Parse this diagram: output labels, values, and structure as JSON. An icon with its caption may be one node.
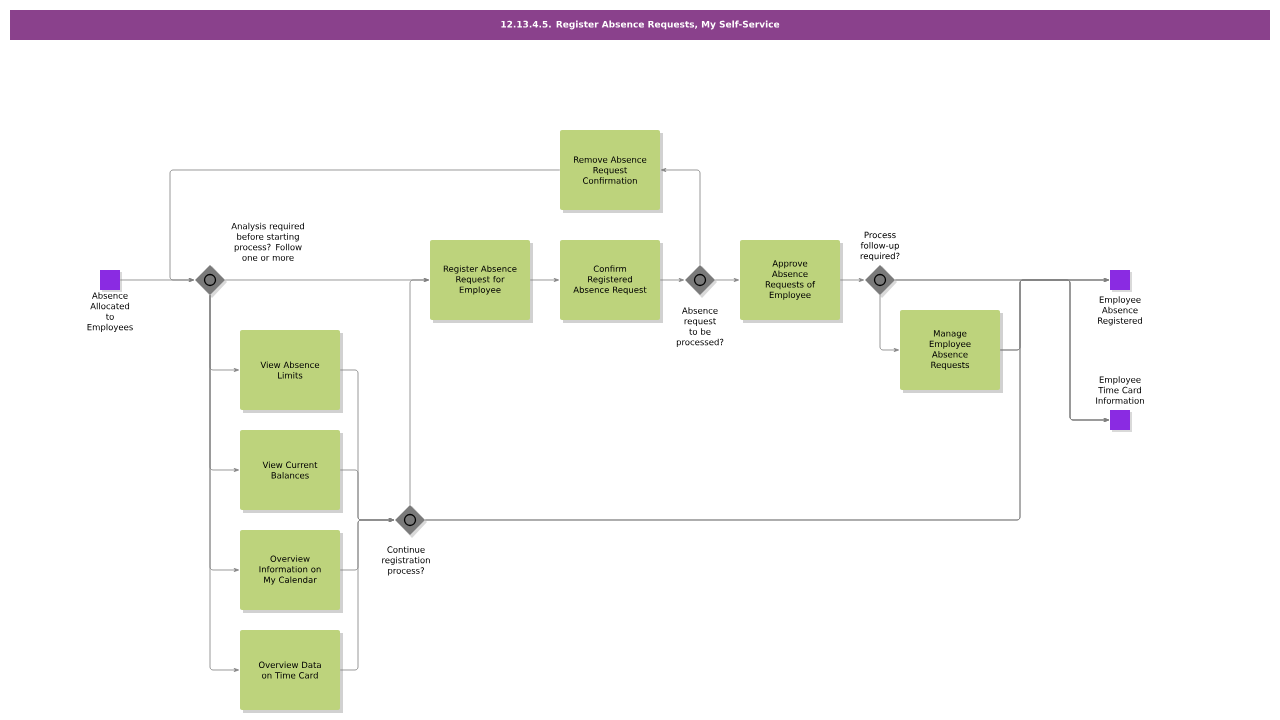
{
  "diagram": {
    "title": "12.13.4.5. Register Absence Requests, My Self-Service",
    "nodes": [
      {
        "text": [],
        "shape": "box",
        "beside": [
          "Absence Allocated to Employees"
        ]
      },
      {
        "text": [],
        "shape": "diamond",
        "beside": [
          "Analysis required before starting process? Follow one or more"
        ]
      },
      {
        "text": [
          "Register Absence Request for Employee"
        ]
      },
      {
        "text": [
          "Confirm Registered Absence Request"
        ]
      },
      {
        "text": [],
        "shape": "diamond",
        "beside": [
          "Absence request to be processed?"
        ]
      },
      {
        "text": [
          "Remove Absence Request Confirmation"
        ]
      },
      {
        "text": [
          "Approve Absence Requests of Employee"
        ]
      },
      {
        "text": [],
        "shape": "diamond",
        "beside": [
          "Process follow-up required?"
        ]
      },
      {
        "text": [
          "Manage Employee Absence Requests"
        ]
      },
      {
        "text": [],
        "shape": "box",
        "beside": [
          "Employee Absence Registered"
        ]
      },
      {
        "text": [],
        "shape": "box",
        "beside": [
          "Employee Time Card Information"
        ]
      },
      {
        "text": [
          "View Absence Limits"
        ]
      },
      {
        "text": [
          "View Current Balances"
        ]
      },
      {
        "text": [
          "Overview Information on My Calendar"
        ]
      },
      {
        "text": [
          "Overview Data on Time Card"
        ]
      },
      {
        "text": [],
        "shape": "diamond",
        "beside": [
          "Continue registration process?"
        ]
      }
    ],
    "edges": [
      {
        "from": 0,
        "to": 1,
        "arrow": "to"
      },
      {
        "from": 5,
        "to": 1,
        "arrow": "to"
      },
      {
        "from": 1,
        "to": 2,
        "arrow": "to"
      },
      {
        "from": 1,
        "to": 11,
        "arrow": "to"
      },
      {
        "from": 1,
        "to": 12,
        "arrow": "to"
      },
      {
        "from": 1,
        "to": 13,
        "arrow": "to"
      },
      {
        "from": 1,
        "to": 14,
        "arrow": "to"
      },
      {
        "from": 11,
        "to": 15,
        "arrow": "to"
      },
      {
        "from": 12,
        "to": 15,
        "arrow": "to"
      },
      {
        "from": 13,
        "to": 15,
        "arrow": "to"
      },
      {
        "from": 14,
        "to": 15,
        "arrow": "to"
      },
      {
        "from": 15,
        "to": 2,
        "arrow": "to"
      },
      {
        "from": 2,
        "to": 3,
        "arrow": "to"
      },
      {
        "from": 3,
        "to": 4,
        "arrow": "to"
      },
      {
        "from": 4,
        "to": 6,
        "arrow": "to"
      },
      {
        "from": 4,
        "to": 5,
        "arrow": "to"
      },
      {
        "from": 6,
        "to": 7,
        "arrow": "to"
      },
      {
        "from": 7,
        "to": 9,
        "arrow": "to"
      },
      {
        "from": 7,
        "to": 10,
        "arrow": "to"
      },
      {
        "from": 7,
        "to": 8,
        "arrow": "to"
      },
      {
        "from": 8,
        "to": 9,
        "arrow": "to"
      },
      {
        "from": 8,
        "to": 10,
        "arrow": "to"
      },
      {
        "from": 15,
        "to": 9,
        "arrow": "to"
      },
      {
        "from": 15,
        "to": 10,
        "arrow": "to"
      }
    ]
  }
}
